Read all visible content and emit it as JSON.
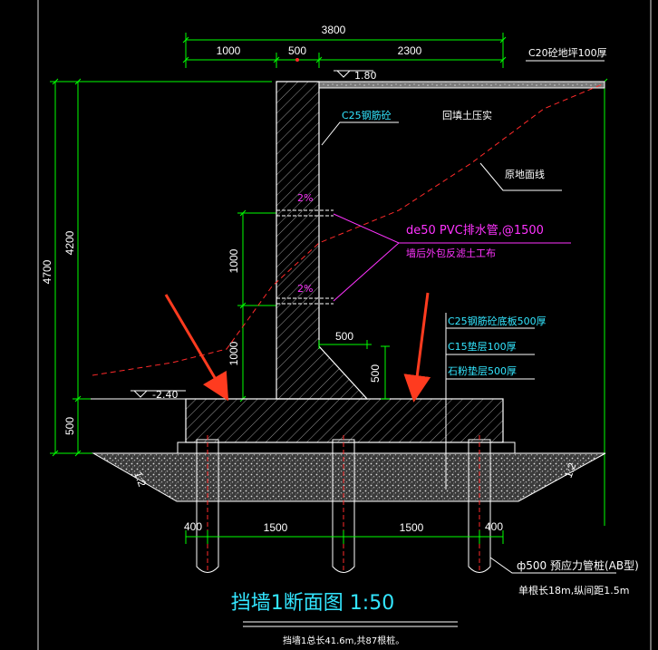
{
  "title": "挡墙1断面图 1:50",
  "note": "挡墙1总长41.6m,共87根桩。",
  "dimensions_top": {
    "total": "3800",
    "left": "1000",
    "mid": "500",
    "right": "2300"
  },
  "dimensions_left": {
    "total": "4700",
    "wall": "4200",
    "base": "500",
    "inner_upper": "1000",
    "inner_lower": "1000"
  },
  "dimensions_bottom": {
    "left_edge": "400",
    "span1": "1500",
    "span2": "1500",
    "right_edge": "400"
  },
  "dimensions_haunch": {
    "width": "500",
    "height": "500"
  },
  "levels": {
    "top": "1.80",
    "bottom": "-2.40"
  },
  "labels": {
    "top_surface": "C20砼地坪100厚",
    "wall_concrete": "C25钢筋砼",
    "backfill": "回填土压实",
    "original_ground": "原地面线",
    "drain_pipe": "de50 PVC排水管,@1500",
    "drain_wrap": "墙后外包反滤土工布",
    "base_slab": "C25钢筋砼底板500厚",
    "cushion_c15": "C15垫层100厚",
    "cushion_gravel": "石粉垫层500厚",
    "pile_type": "ф500 预应力管桩(AB型)",
    "pile_spec": "单根长18m,纵间距1.5m",
    "slope_left": "1:2",
    "slope_right": "1:2",
    "slope_pct_upper": "2%",
    "slope_pct_lower": "2%"
  },
  "colors": {
    "background": "#000000",
    "dimension": "#00ff00",
    "structure": "#ffffff",
    "label_cyan": "#33e6ff",
    "label_magenta": "#ff33ff",
    "ground_line": "#ff2a2a",
    "arrow": "#ff3b1f"
  }
}
